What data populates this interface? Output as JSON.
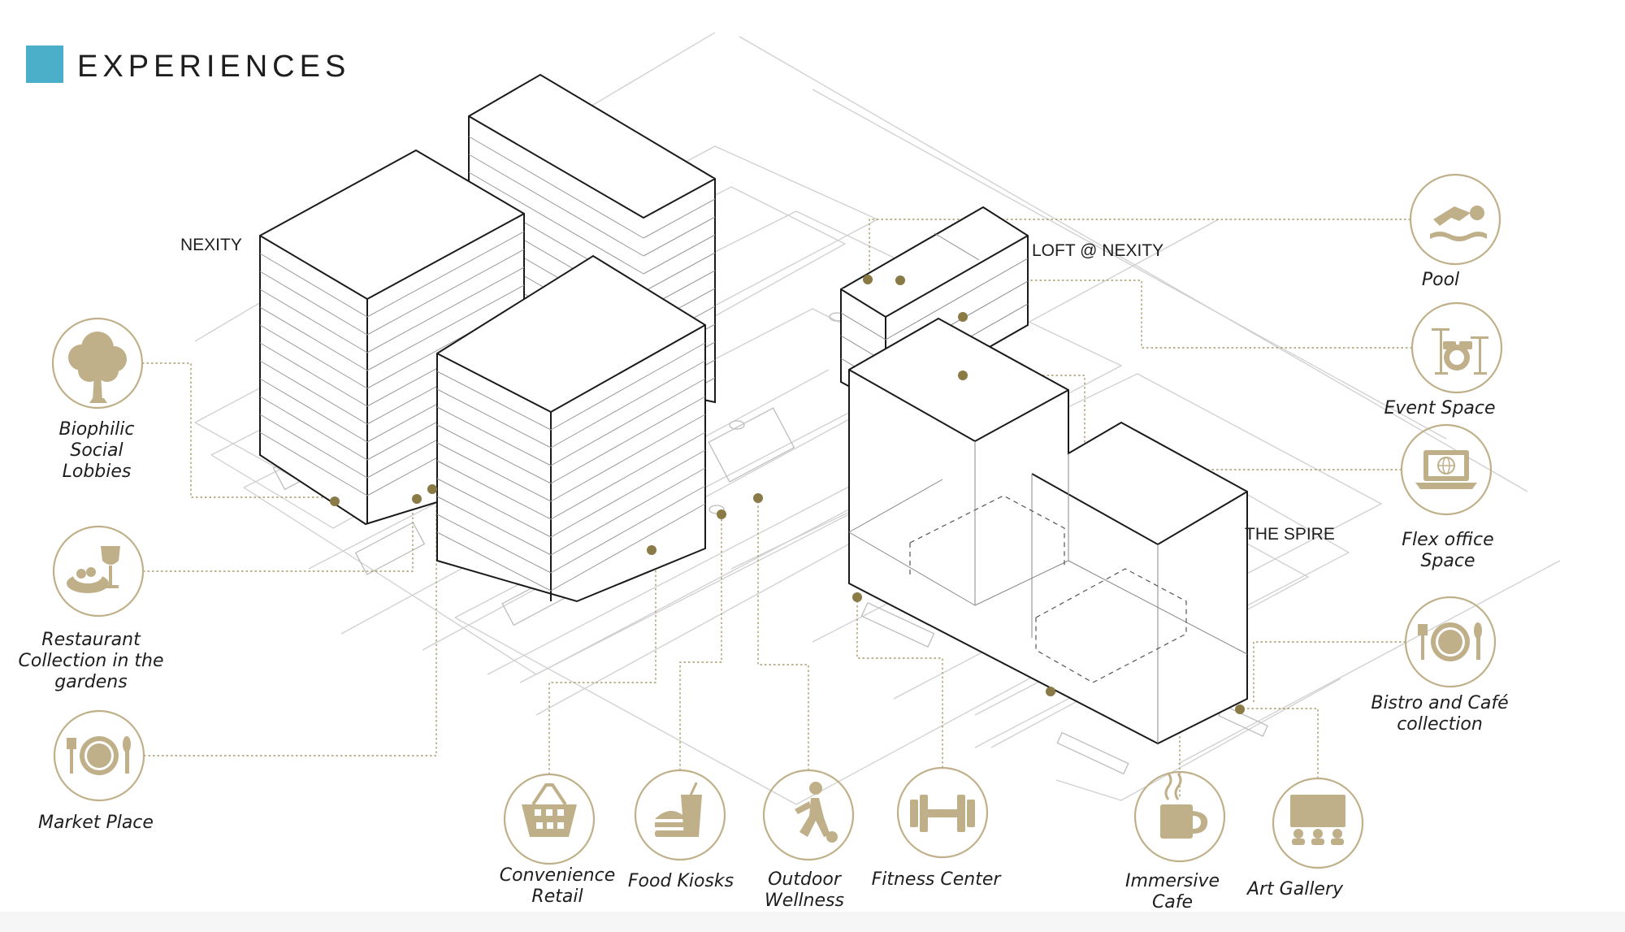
{
  "title": "EXPERIENCES",
  "colors": {
    "accent": "#4bafc9",
    "icon_gold": "#bfb08a",
    "leader_line": "#a89a6a",
    "dot": "#8a7a45",
    "outline": "#1a1a1a",
    "plan_lines": "#c8c8c8"
  },
  "buildings": [
    {
      "id": "nexity",
      "label": "NEXITY"
    },
    {
      "id": "loft",
      "label": "LOFT @ NEXITY"
    },
    {
      "id": "spire",
      "label": "THE SPIRE"
    }
  ],
  "amenities": [
    {
      "id": "biophilic",
      "label": "Biophilic\nSocial\nLobbies",
      "icon": "tree-icon"
    },
    {
      "id": "restaurant",
      "label": "Restaurant\nCollection in the\ngardens",
      "icon": "dining-wine-icon"
    },
    {
      "id": "market",
      "label": "Market Place",
      "icon": "plate-cutlery-icon"
    },
    {
      "id": "convenience",
      "label": "Convenience\nRetail",
      "icon": "basket-icon"
    },
    {
      "id": "kiosks",
      "label": "Food Kiosks",
      "icon": "burger-drink-icon"
    },
    {
      "id": "outdoor",
      "label": "Outdoor\nWellness",
      "icon": "runner-ball-icon"
    },
    {
      "id": "fitness",
      "label": "Fitness Center",
      "icon": "dumbbell-icon"
    },
    {
      "id": "cafe",
      "label": "Immersive\nCafe",
      "icon": "coffee-mug-icon"
    },
    {
      "id": "gallery",
      "label": "Art Gallery",
      "icon": "audience-screen-icon"
    },
    {
      "id": "bistro",
      "label": "Bistro and Café\ncollection",
      "icon": "plate-cutlery-icon"
    },
    {
      "id": "flex",
      "label": "Flex office\nSpace",
      "icon": "laptop-globe-icon"
    },
    {
      "id": "event",
      "label": "Event Space",
      "icon": "drum-kit-icon"
    },
    {
      "id": "pool",
      "label": "Pool",
      "icon": "swimmer-icon"
    }
  ]
}
